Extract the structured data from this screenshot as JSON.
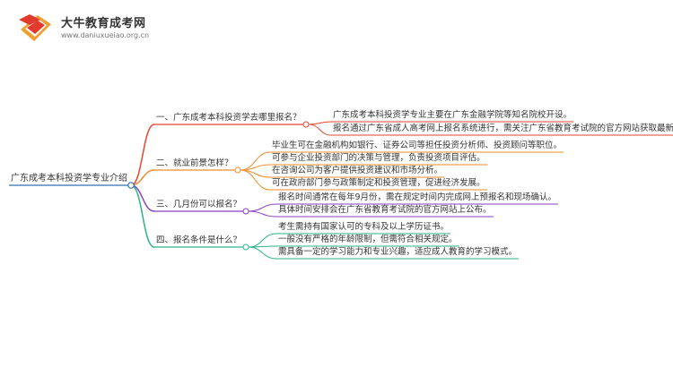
{
  "logo": {
    "title": "大牛教育成考网",
    "url": "www.daniuxueiao.org.cn",
    "icon": "graduation-cap-book-logo",
    "colors": {
      "orange": "#f0a030",
      "red": "#e23b2e"
    }
  },
  "mindmap": {
    "root": "广东成考本科投资学专业介绍",
    "branches": [
      {
        "label": "一、广东成考本科投资学去哪里报名？",
        "color": "#e8442f",
        "children": [
          "广东成考本科投资学专业主要在广东金融学院等知名院校开设。",
          "报名通过广东省成人高考网上报名系统进行，需关注广东省教育考试院的官方网站获取最新信息。"
        ]
      },
      {
        "label": "二、就业前景怎样？",
        "color": "#f08c2a",
        "children": [
          "毕业生可在金融机构如银行、证券公司等担任投资分析师、投资顾问等职位。",
          "可参与企业投资部门的决策与管理，负责投资项目评估。",
          "在咨询公司为客户提供投资建议和市场分析。",
          "可在政府部门参与政策制定和投资管理，促进经济发展。"
        ]
      },
      {
        "label": "三、几月份可以报名？",
        "color": "#8a3fc0",
        "children": [
          "报名时间通常在每年9月份，需在规定时间内完成网上预报名和现场确认。",
          "具体时间安排会在广东省教育考试院的官方网站上公布。"
        ]
      },
      {
        "label": "四、报名条件是什么？",
        "color": "#2bb38a",
        "children": [
          "考生需持有国家认可的专科及以上学历证书。",
          "一般没有严格的年龄限制，但需符合相关规定。",
          "需具备一定的学习能力和专业兴趣，适应成人教育的学习模式。"
        ]
      }
    ]
  }
}
